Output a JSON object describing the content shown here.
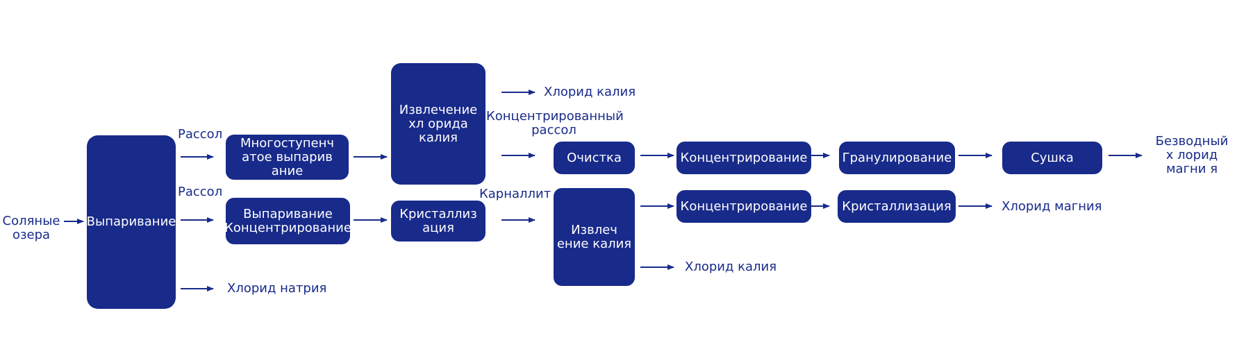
{
  "colors": {
    "accent": "#182a8a",
    "background": "#ffffff"
  },
  "nodes": {
    "evaporation": "Выпаривание",
    "multistage": "Многоступенч атое выпарив ание",
    "evap_concentration": "Выпаривание Концентрирование",
    "kcl_extraction_top": "Извлечение хл орида калия",
    "crystallization_1": "Кристаллиз ация",
    "purification": "Очистка",
    "potassium_extraction": "Извлеч ение калия",
    "concentration_1": "Концентрирование",
    "granulation": "Гранулирование",
    "drying": "Сушка",
    "concentration_2": "Концентрирование",
    "crystallization_2": "Кристаллизация"
  },
  "labels": {
    "salt_lakes": "Соляные озера",
    "brine_1": "Рассол",
    "brine_2": "Рассол",
    "sodium_chloride": "Хлорид натрия",
    "potassium_chloride_1": "Хлорид калия",
    "concentrated_brine": "Концентрированный рассол",
    "carnallite": "Карналлит",
    "potassium_chloride_2": "Хлорид калия",
    "magnesium_chloride": "Хлорид магния",
    "anhydrous_mgcl2": "Безводный х лорид магни я"
  }
}
